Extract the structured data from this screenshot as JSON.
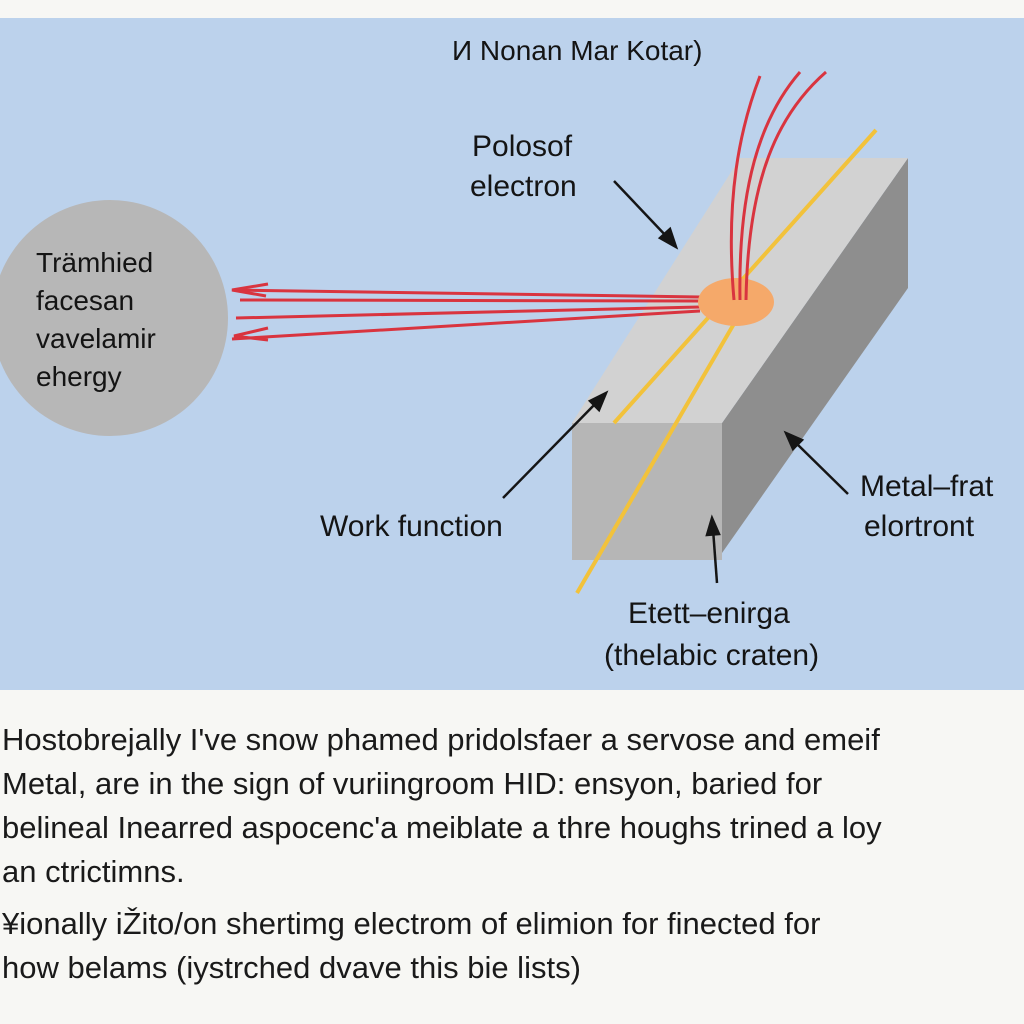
{
  "colors": {
    "panel_background": "#bcd2ec",
    "page_background": "#f7f7f4",
    "photon_rays": "#d9343f",
    "light_beam": "#f2c23b",
    "emission_spot": "#f5a96a",
    "metal_block": "#b9b9b9",
    "source_circle": "#b7b7b7"
  },
  "diagram": {
    "title": "И Nonan Mar Kotar)",
    "source_label": [
      "Trämhied",
      "facesan",
      "vavelamir",
      "ehergy"
    ],
    "emitted_label": [
      "Polosof",
      "electron"
    ],
    "work_function_label": "Work function",
    "metal_label": [
      "Metal–frat",
      "elortront"
    ],
    "energy_label": [
      "Etett–enirga",
      "(thelabic craten)"
    ]
  },
  "caption": {
    "paragraph_1": [
      "Hostobrejally I've snow phamed pridolsfaer a servose and emeif",
      "Metal, are in the sign of vuriingroom HID: ensyon, baried for",
      "belineal Inearred aspocenc'a meiblate a thre houghs trined a loy",
      "an ctrictimns."
    ],
    "paragraph_2": [
      "¥ionally iŽito/on shertimg electrom of elimion for finected for",
      "how belams (iystrched dvave this bie lists)"
    ]
  }
}
